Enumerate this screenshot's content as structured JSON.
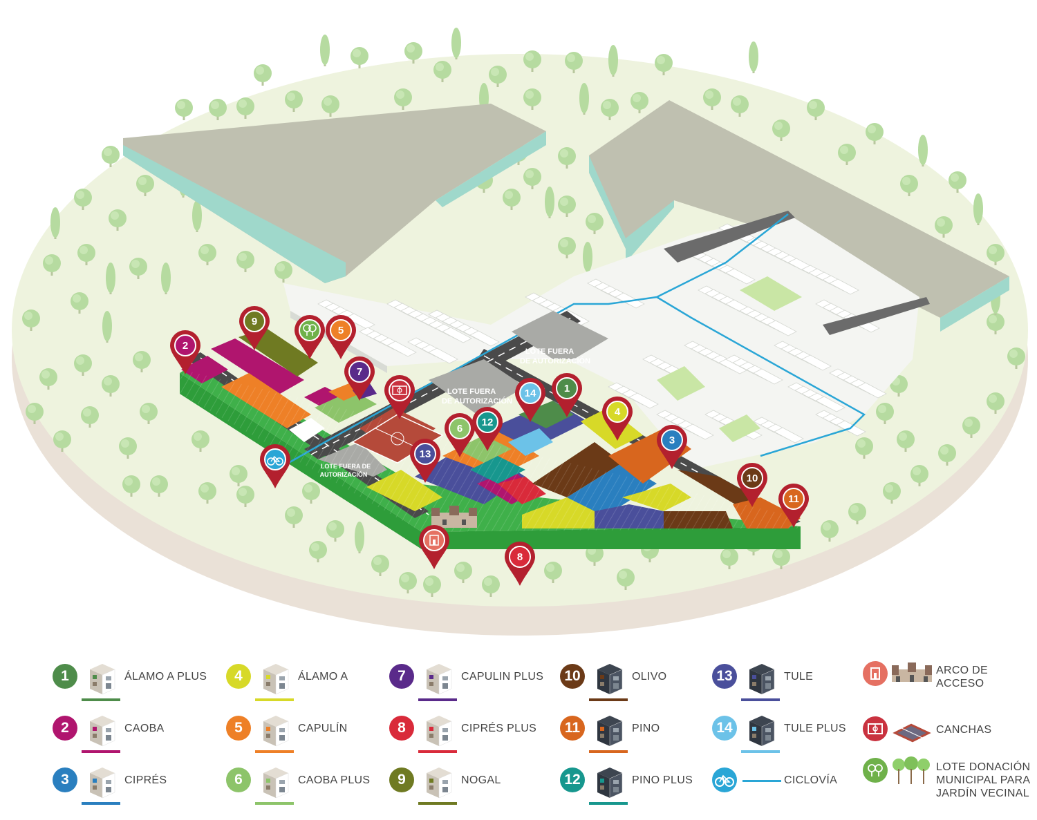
{
  "map": {
    "area_labels": [
      {
        "lines": [
          "LOTE FUERA",
          "DE AUTORIZACIÓN"
        ]
      },
      {
        "lines": [
          "LOTE FUERA",
          "DE AUTORIZACIÓN"
        ]
      },
      {
        "lines": [
          "LOTE FUERA DE",
          "AUTORIZACIÓN"
        ]
      }
    ],
    "pins": [
      {
        "num": "1",
        "color": "#4e8c4a"
      },
      {
        "num": "2",
        "color": "#b0156e"
      },
      {
        "num": "3",
        "color": "#2a7fbf"
      },
      {
        "num": "4",
        "color": "#d7d928"
      },
      {
        "num": "5",
        "color": "#ee8027"
      },
      {
        "num": "6",
        "color": "#8dc46a"
      },
      {
        "num": "7",
        "color": "#5a2a8a"
      },
      {
        "num": "8",
        "color": "#d92a3a"
      },
      {
        "num": "9",
        "color": "#6f7a22"
      },
      {
        "num": "10",
        "color": "#6b3a17"
      },
      {
        "num": "11",
        "color": "#d8661e"
      },
      {
        "num": "12",
        "color": "#17978e"
      },
      {
        "num": "13",
        "color": "#4a4f9b"
      },
      {
        "num": "14",
        "color": "#6cc2e8"
      }
    ],
    "icon_pins": [
      {
        "icon": "park-icon"
      },
      {
        "icon": "court-icon"
      },
      {
        "icon": "bicycle-icon"
      },
      {
        "icon": "gate-icon"
      }
    ],
    "pin_color": "#b3202e"
  },
  "legend": {
    "models": [
      {
        "num": "1",
        "label": "ÁLAMO A PLUS",
        "color": "#4e8c4a"
      },
      {
        "num": "2",
        "label": "CAOBA",
        "color": "#b0156e"
      },
      {
        "num": "3",
        "label": "CIPRÉS",
        "color": "#2a7fbf"
      },
      {
        "num": "4",
        "label": "ÁLAMO A",
        "color": "#d7d928"
      },
      {
        "num": "5",
        "label": "CAPULÍN",
        "color": "#ee8027"
      },
      {
        "num": "6",
        "label": "CAOBA PLUS",
        "color": "#8dc46a"
      },
      {
        "num": "7",
        "label": "CAPULIN PLUS",
        "color": "#5a2a8a"
      },
      {
        "num": "8",
        "label": "CIPRÉS PLUS",
        "color": "#d92a3a"
      },
      {
        "num": "9",
        "label": "NOGAL",
        "color": "#6f7a22"
      },
      {
        "num": "10",
        "label": "OLIVO",
        "color": "#6b3a17"
      },
      {
        "num": "11",
        "label": "PINO",
        "color": "#d8661e"
      },
      {
        "num": "12",
        "label": "PINO PLUS",
        "color": "#17978e"
      },
      {
        "num": "13",
        "label": "TULE",
        "color": "#4a4f9b"
      },
      {
        "num": "14",
        "label": "TULE PLUS",
        "color": "#6cc2e8"
      }
    ],
    "ciclovia": {
      "label": "CICLOVÍA",
      "color": "#2aa6d6",
      "icon": "bicycle-icon"
    },
    "extras": [
      {
        "label": "ARCO DE\nACCESO",
        "icon": "gate-icon",
        "color": "#e57062"
      },
      {
        "label": "CANCHAS",
        "icon": "court-icon",
        "color": "#c9323f"
      },
      {
        "label": "LOTE DONACIÓN\nMUNICIPAL PARA\nJARDÍN VECINAL",
        "icon": "park-icon",
        "color": "#6fb14a"
      }
    ]
  }
}
